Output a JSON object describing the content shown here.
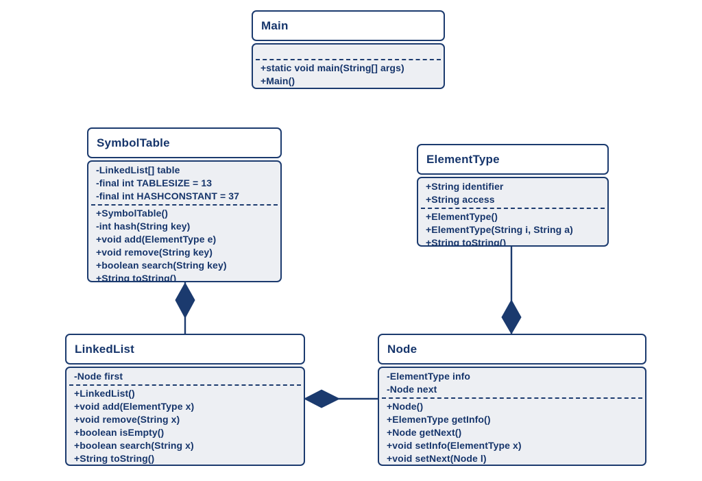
{
  "diagram": {
    "type": "uml-class-diagram",
    "colors": {
      "stroke": "#1b3a6e",
      "text": "#16356b",
      "title_fill": "#ffffff",
      "body_fill": "#edeff3",
      "background": "#ffffff"
    },
    "classes": [
      {
        "name": "Main",
        "attributes": [],
        "methods": [
          "+static void main(String[] args)",
          "+Main()"
        ]
      },
      {
        "name": "SymbolTable",
        "attributes": [
          "-LinkedList[] table",
          "-final int TABLESIZE = 13",
          "-final int HASHCONSTANT = 37"
        ],
        "methods": [
          "+SymbolTable()",
          "-int hash(String key)",
          "+void add(ElementType e)",
          "+void remove(String key)",
          "+boolean search(String key)",
          "+String toString()"
        ]
      },
      {
        "name": "ElementType",
        "attributes": [
          "+String identifier",
          "+String access"
        ],
        "methods": [
          "+ElementType()",
          "+ElementType(String i, String a)",
          "+String toString()"
        ]
      },
      {
        "name": "LinkedList",
        "attributes": [
          "-Node first"
        ],
        "methods": [
          "+LinkedList()",
          "+void add(ElementType x)",
          "+void remove(String x)",
          "+boolean isEmpty()",
          "+boolean search(String x)",
          "+String toString()"
        ]
      },
      {
        "name": "Node",
        "attributes": [
          "-ElementType info",
          "-Node next"
        ],
        "methods": [
          "+Node()",
          "+ElemenType getInfo()",
          "+Node getNext()",
          "+void setInfo(ElementType x)",
          "+void setNext(Node l)"
        ]
      }
    ],
    "relationships": [
      {
        "whole": "SymbolTable",
        "part": "LinkedList",
        "type": "composition",
        "diamond_at": "SymbolTable"
      },
      {
        "whole": "Node",
        "part": "ElementType",
        "type": "composition",
        "diamond_at": "Node"
      },
      {
        "whole": "LinkedList",
        "part": "Node",
        "type": "composition",
        "diamond_at": "LinkedList"
      }
    ]
  }
}
